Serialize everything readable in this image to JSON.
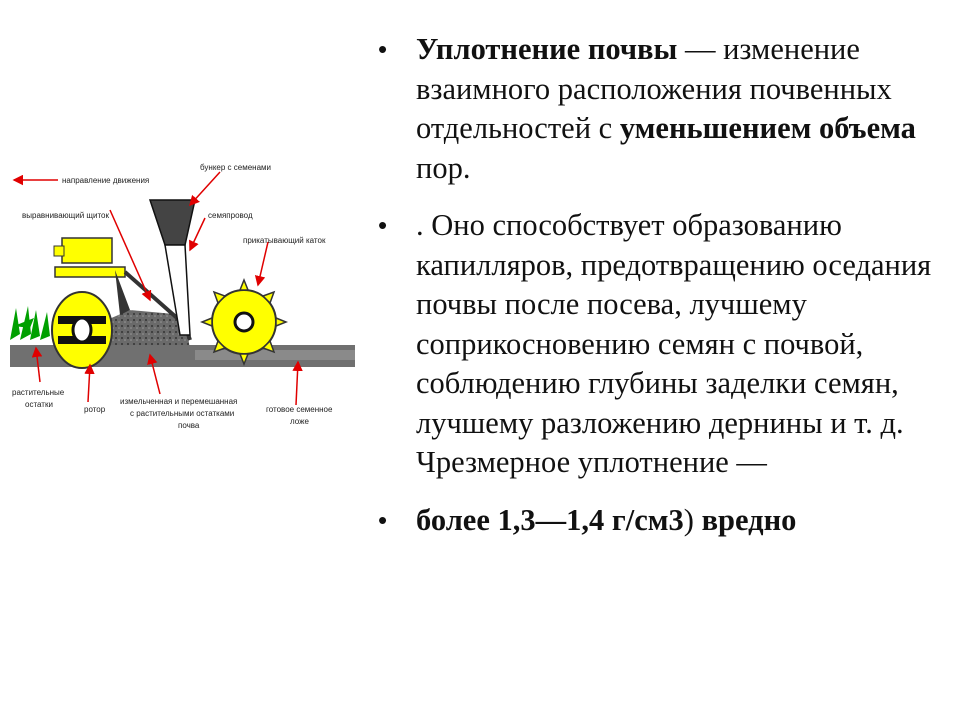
{
  "diagram": {
    "labels": {
      "direction": "направление движения",
      "hopper": "бункер с семенами",
      "leveler": "выравнивающий щиток",
      "seed_tube": "семяпровод",
      "press_roller": "прикатывающий каток",
      "residue_1": "растительные",
      "residue_2": "остатки",
      "rotor": "ротор",
      "mixed_1": "измельченная и перемешанная",
      "mixed_2": "с растительными остатками",
      "mixed_3": "почва",
      "seedbed_1": "готовое семенное",
      "seedbed_2": "ложе"
    },
    "colors": {
      "arrow": "#e00000",
      "yellow": "#ffff00",
      "soil": "#5a5a5a",
      "plants": "#00a000"
    }
  },
  "bullets": [
    {
      "segments": [
        {
          "text": "Уплотнение почвы",
          "bold": true
        },
        {
          "text": " — изменение взаимного расположения почвенных отдельностей с ",
          "bold": false
        },
        {
          "text": "уменьшением объема",
          "bold": true
        },
        {
          "text": " пор.",
          "bold": false
        }
      ]
    },
    {
      "segments": [
        {
          "text": ". Оно способствует образованию капилляров, предотвращению оседания почвы после посева, лучшему соприкосновению семян с почвой, соблюдению глубины заделки семян, лучшему разложению дернины и т. д. Чрезмерное уплотнение —",
          "bold": false
        }
      ]
    },
    {
      "segments": [
        {
          "text": "более 1,3—1,4 г/см3",
          "bold": true
        },
        {
          "text": ") ",
          "bold": false
        },
        {
          "text": "вредно",
          "bold": true
        }
      ]
    }
  ]
}
